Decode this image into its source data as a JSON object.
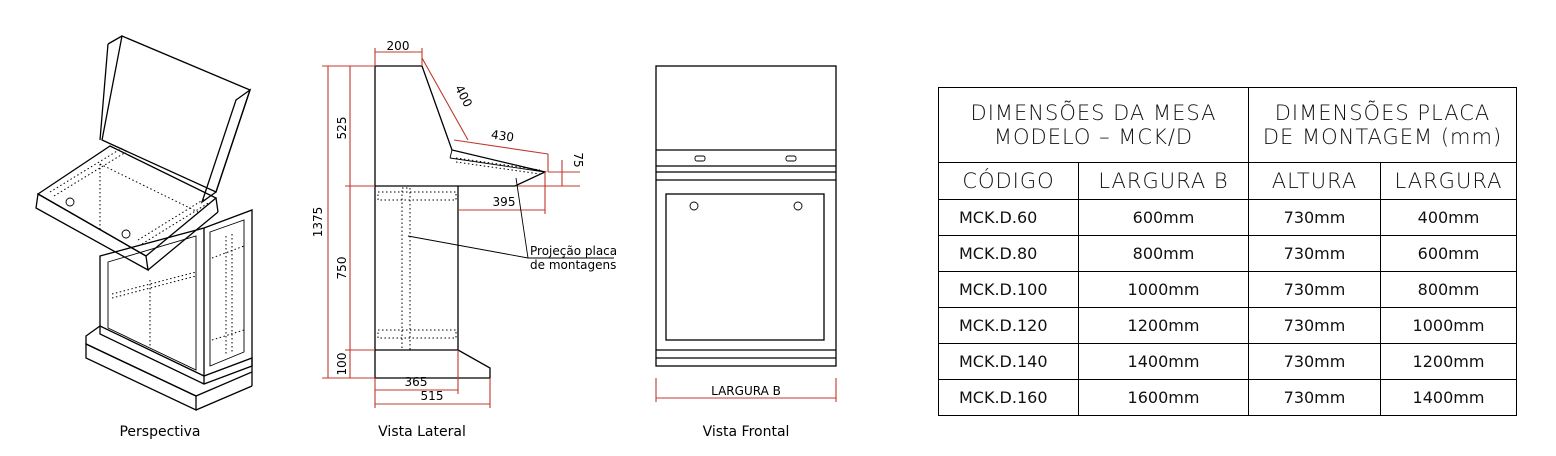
{
  "views": {
    "perspective_caption": "Perspectiva",
    "lateral_caption": "Vista Lateral",
    "front_caption": "Vista Frontal"
  },
  "lateral": {
    "dim_200": "200",
    "dim_400": "400",
    "dim_430": "430",
    "dim_75": "75",
    "dim_525": "525",
    "dim_1375": "1375",
    "dim_395": "395",
    "dim_750": "750",
    "dim_100": "100",
    "dim_365": "365",
    "dim_515": "515",
    "note_line1": "Projeção placa",
    "note_line2": "de montagens"
  },
  "front": {
    "width_label": "LARGURA B"
  },
  "table": {
    "header_left": [
      "DIMENSÕES DA MESA",
      "MODELO – MCK/D"
    ],
    "header_right": [
      "DIMENSÕES PLACA",
      "DE MONTAGEM (mm)"
    ],
    "columns": [
      "CÓDIGO",
      "LARGURA B",
      "ALTURA",
      "LARGURA"
    ],
    "rows": [
      [
        "MCK.D.60",
        "600mm",
        "730mm",
        "400mm"
      ],
      [
        "MCK.D.80",
        "800mm",
        "730mm",
        "600mm"
      ],
      [
        "MCK.D.100",
        "1000mm",
        "730mm",
        "800mm"
      ],
      [
        "MCK.D.120",
        "1200mm",
        "730mm",
        "1000mm"
      ],
      [
        "MCK.D.140",
        "1400mm",
        "730mm",
        "1200mm"
      ],
      [
        "MCK.D.160",
        "1600mm",
        "730mm",
        "1400mm"
      ]
    ]
  }
}
